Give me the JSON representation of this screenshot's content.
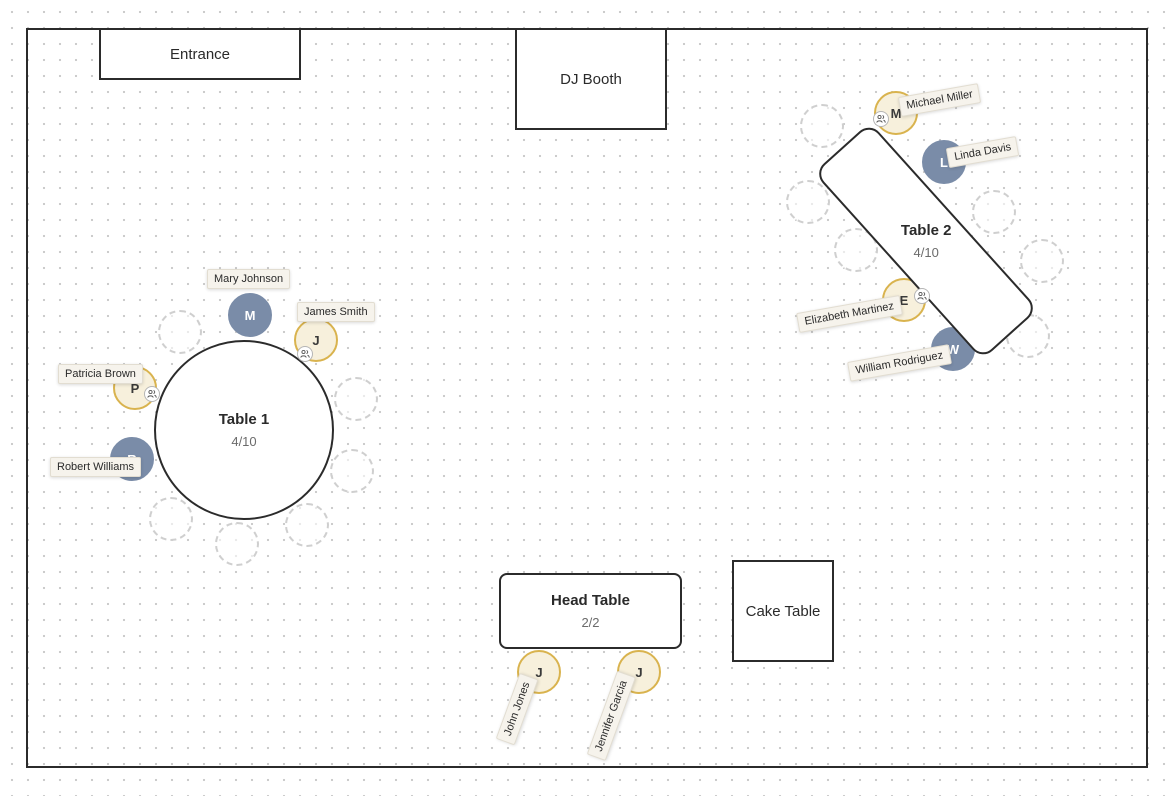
{
  "fixtures": {
    "entrance": "Entrance",
    "dj_booth": "DJ Booth",
    "cake_table": "Cake Table"
  },
  "tables": {
    "table1": {
      "name": "Table 1",
      "count": "4/10"
    },
    "table2": {
      "name": "Table 2",
      "count": "4/10"
    },
    "head_table": {
      "name": "Head Table",
      "count": "2/2"
    }
  },
  "guests": {
    "mary_johnson": {
      "name": "Mary Johnson",
      "initial": "M"
    },
    "james_smith": {
      "name": "James Smith",
      "initial": "J"
    },
    "patricia_brown": {
      "name": "Patricia Brown",
      "initial": "P"
    },
    "robert_williams": {
      "name": "Robert Williams",
      "initial": "R"
    },
    "michael_miller": {
      "name": "Michael Miller",
      "initial": "M"
    },
    "linda_davis": {
      "name": "Linda Davis",
      "initial": "L"
    },
    "elizabeth_martinez": {
      "name": "Elizabeth Martinez",
      "initial": "E"
    },
    "william_rodriguez": {
      "name": "William Rodriguez",
      "initial": "W"
    },
    "john_jones": {
      "name": "John Jones",
      "initial": "J"
    },
    "jennifer_garcia": {
      "name": "Jennifer Garcia",
      "initial": "J"
    }
  },
  "icons": {
    "plus_one": "plus-one-icon"
  },
  "colors": {
    "seat_blue": "#7a8ca8",
    "seat_gold_fill": "#f7f0dc",
    "seat_gold_border": "#d9b34e",
    "outline": "#2b2b2b"
  }
}
